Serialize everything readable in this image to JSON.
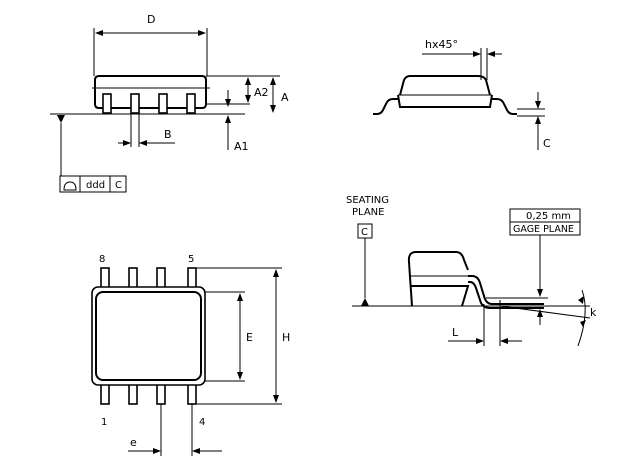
{
  "dims": {
    "D": "D",
    "A2": "A2",
    "A": "A",
    "A1": "A1",
    "B": "B",
    "ddd": "ddd",
    "C_frame": "C",
    "hx45": "hx45°",
    "C_side": "C",
    "E": "E",
    "H": "H",
    "e": "e",
    "L": "L",
    "k": "k",
    "C_datum": "C"
  },
  "labels": {
    "seating_line1": "SEATING",
    "seating_line2": "PLANE",
    "gage_value": "0,25 mm",
    "gage_plane": "GAGE PLANE"
  },
  "pins": {
    "p8": "8",
    "p5": "5",
    "p1": "1",
    "p4": "4"
  }
}
